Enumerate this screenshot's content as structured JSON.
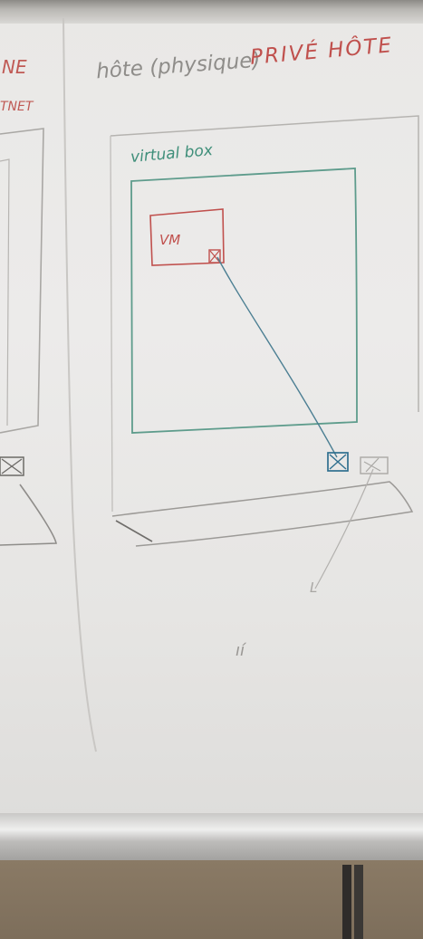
{
  "whiteboard": {
    "left_fragment_1": "NE",
    "left_fragment_2": "TNET",
    "host_label": "hôte (physique)",
    "private_label": "PRIVÉ HÔTE",
    "virtualbox_label": "virtual box",
    "vm_label": "VM",
    "small_mark_1": "L",
    "small_mark_2": "ıí"
  },
  "colors": {
    "red_marker": "#c0504d",
    "green_marker": "#3f8f7a",
    "blue_marker": "#2f6f8f",
    "gray_marker": "#b0aeab",
    "board": "#ebeae8"
  }
}
